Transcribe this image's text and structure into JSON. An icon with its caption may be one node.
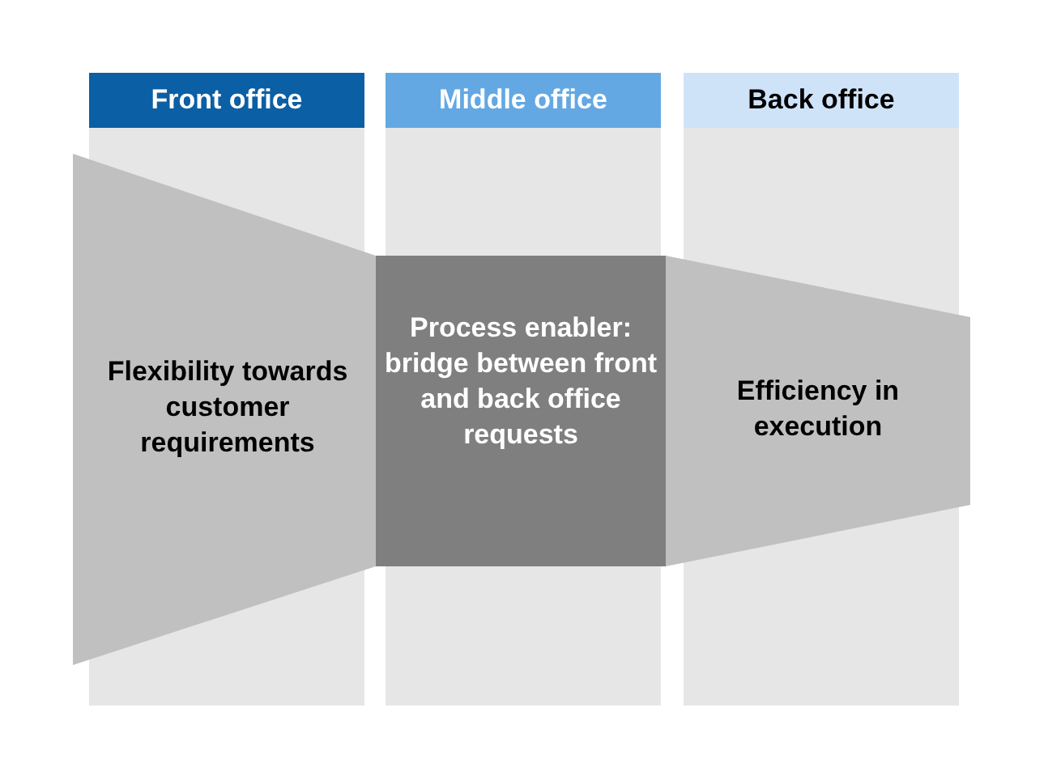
{
  "diagram": {
    "nodes": [
      {
        "text": [
          "Front office"
        ]
      },
      {
        "text": [
          "Middle office"
        ]
      },
      {
        "text": [
          "Back office"
        ]
      },
      {
        "text": [
          "Flexibility towards customer requirements"
        ]
      },
      {
        "text": [
          "Process enabler: bridge between front and back office requests"
        ]
      },
      {
        "text": [
          "Efficiency in execution"
        ]
      }
    ]
  }
}
